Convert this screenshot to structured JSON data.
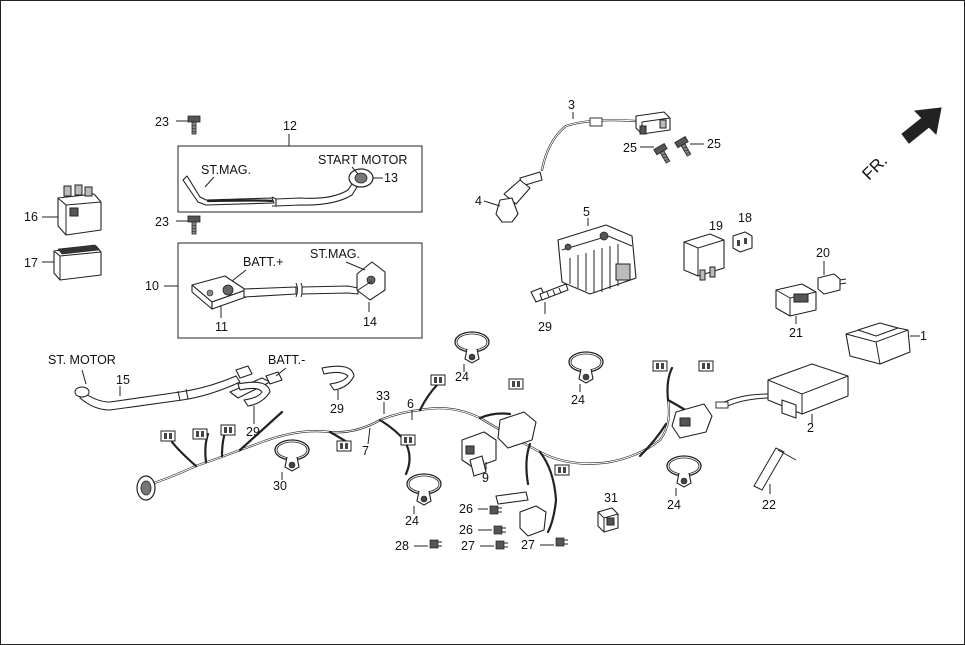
{
  "direction_label": "FR.",
  "callouts": {
    "c1": "1",
    "c2": "2",
    "c3": "3",
    "c4": "4",
    "c5": "5",
    "c6": "6",
    "c7": "7",
    "c9": "9",
    "c10": "10",
    "c11": "11",
    "c12": "12",
    "c13": "13",
    "c14": "14",
    "c15": "15",
    "c16": "16",
    "c17": "17",
    "c18": "18",
    "c19": "19",
    "c20": "20",
    "c21": "21",
    "c22": "22",
    "c23a": "23",
    "c23b": "23",
    "c24a": "24",
    "c24b": "24",
    "c24c": "24",
    "c24d": "24",
    "c25a": "25",
    "c25b": "25",
    "c26a": "26",
    "c26b": "26",
    "c27a": "27",
    "c27b": "27",
    "c28": "28",
    "c29a": "29",
    "c29b": "29",
    "c29c": "29",
    "c30": "30",
    "c31": "31",
    "c33": "33"
  },
  "labels": {
    "st_mag_top": "ST.MAG.",
    "start_motor": "START MOTOR",
    "batt_plus": "BATT.+",
    "st_mag_bottom": "ST.MAG.",
    "st_motor": "ST. MOTOR",
    "batt_minus": "BATT.-"
  },
  "icons": {
    "direction_arrow": "front-direction-arrow",
    "clamp": "cable-clamp-icon",
    "bolt": "bolt-icon",
    "screw": "screw-icon",
    "clip": "clip-icon"
  }
}
